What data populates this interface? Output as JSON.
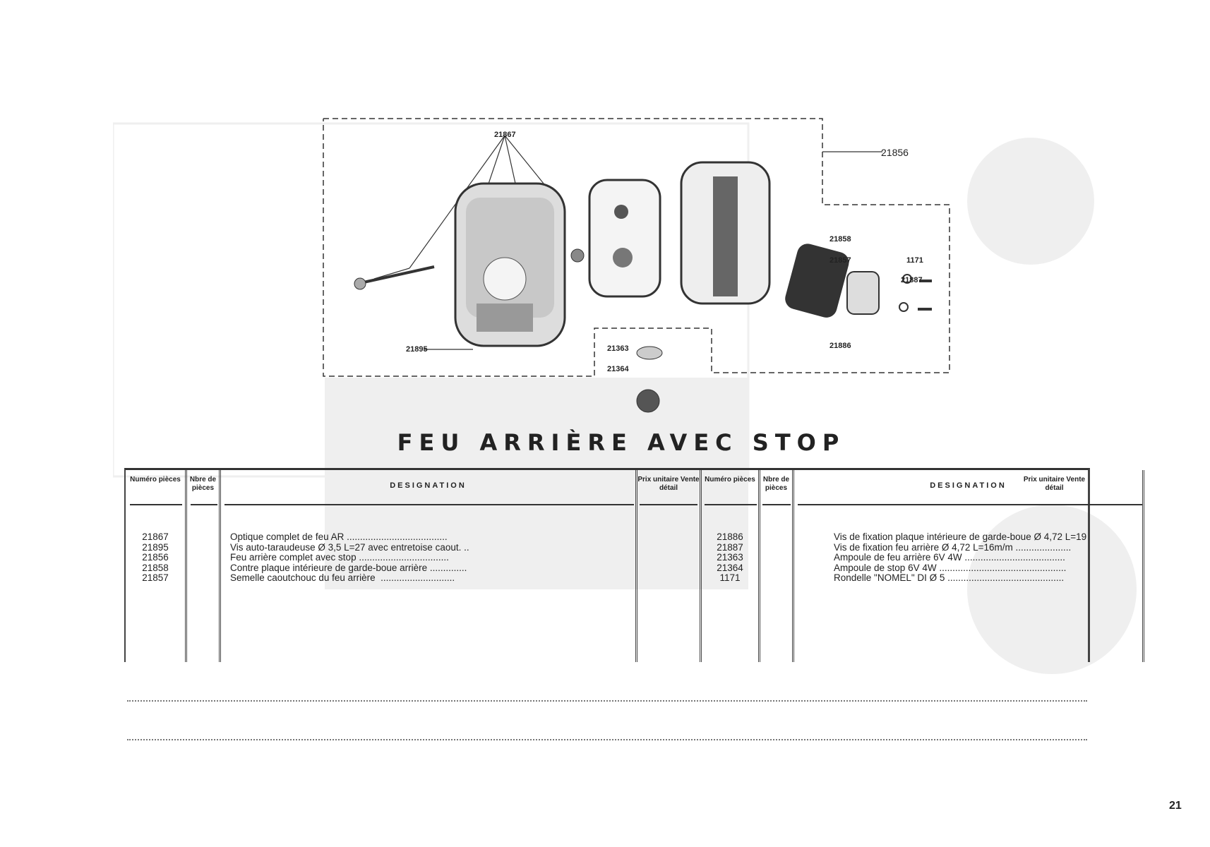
{
  "diagram": {
    "callouts": [
      "21867",
      "21856",
      "21858",
      "21857",
      "1171",
      "21887",
      "21886",
      "21895",
      "21363",
      "21364"
    ]
  },
  "title": "FEU ARRIÈRE AVEC STOP",
  "table": {
    "headers": {
      "numero": "Numéro pièces",
      "nbre": "Nbre de pièces",
      "designation": "DESIGNATION",
      "prix": "Prix unitaire Vente détail"
    },
    "left_rows": [
      {
        "num": "21867",
        "designation": "Optique complet de feu AR ......................................"
      },
      {
        "num": "21895",
        "designation": "Vis auto-taraudeuse Ø 3,5 L=27 avec entretoise caout. .."
      },
      {
        "num": "21856",
        "designation": "Feu arrière complet avec stop .................................."
      },
      {
        "num": "21858",
        "designation": "Contre plaque intérieure de garde-boue arrière .............."
      },
      {
        "num": "21857",
        "designation": "Semelle caoutchouc du feu arrière  ............................"
      }
    ],
    "right_rows": [
      {
        "num": "21886",
        "designation": "Vis de fixation plaque intérieure de garde-boue Ø 4,72 L=19"
      },
      {
        "num": "21887",
        "designation": "Vis de fixation feu arrière Ø 4,72 L=16m/m ....................."
      },
      {
        "num": "21363",
        "designation": "Ampoule de feu arrière 6V 4W ......................................"
      },
      {
        "num": "21364",
        "designation": "Ampoule de stop 6V 4W ................................................"
      },
      {
        "num": "1171",
        "designation": "Rondelle \"NOMEL\" DI Ø 5 ............................................"
      }
    ]
  },
  "page_number": "21"
}
